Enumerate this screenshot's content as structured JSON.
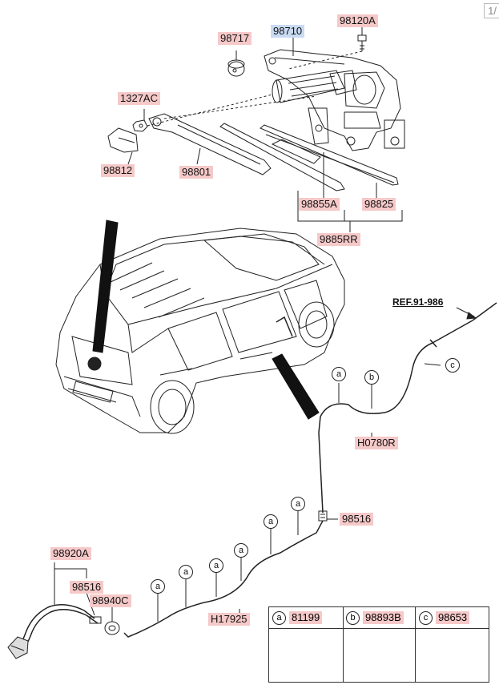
{
  "page_indicator": "1/",
  "labels": {
    "p98717": "98717",
    "p98710": "98710",
    "p98120A": "98120A",
    "p1327AC": "1327AC",
    "p98812": "98812",
    "p98801": "98801",
    "p98855A": "98855A",
    "p98825": "98825",
    "p9885RR": "9885RR",
    "pH0780R": "H0780R",
    "p98516_top": "98516",
    "p98920A": "98920A",
    "p98516_left": "98516",
    "p98940C": "98940C",
    "pH17925": "H17925"
  },
  "reference": "REF.91-986",
  "callouts": {
    "a": "a",
    "b": "b",
    "c": "c"
  },
  "legend": [
    {
      "letter": "a",
      "code": "81199"
    },
    {
      "letter": "b",
      "code": "98893B"
    },
    {
      "letter": "c",
      "code": "98653"
    }
  ],
  "colors": {
    "label_bg": "#f6c9c9",
    "label_highlight_bg": "#c9dbf2",
    "line": "#222222"
  }
}
